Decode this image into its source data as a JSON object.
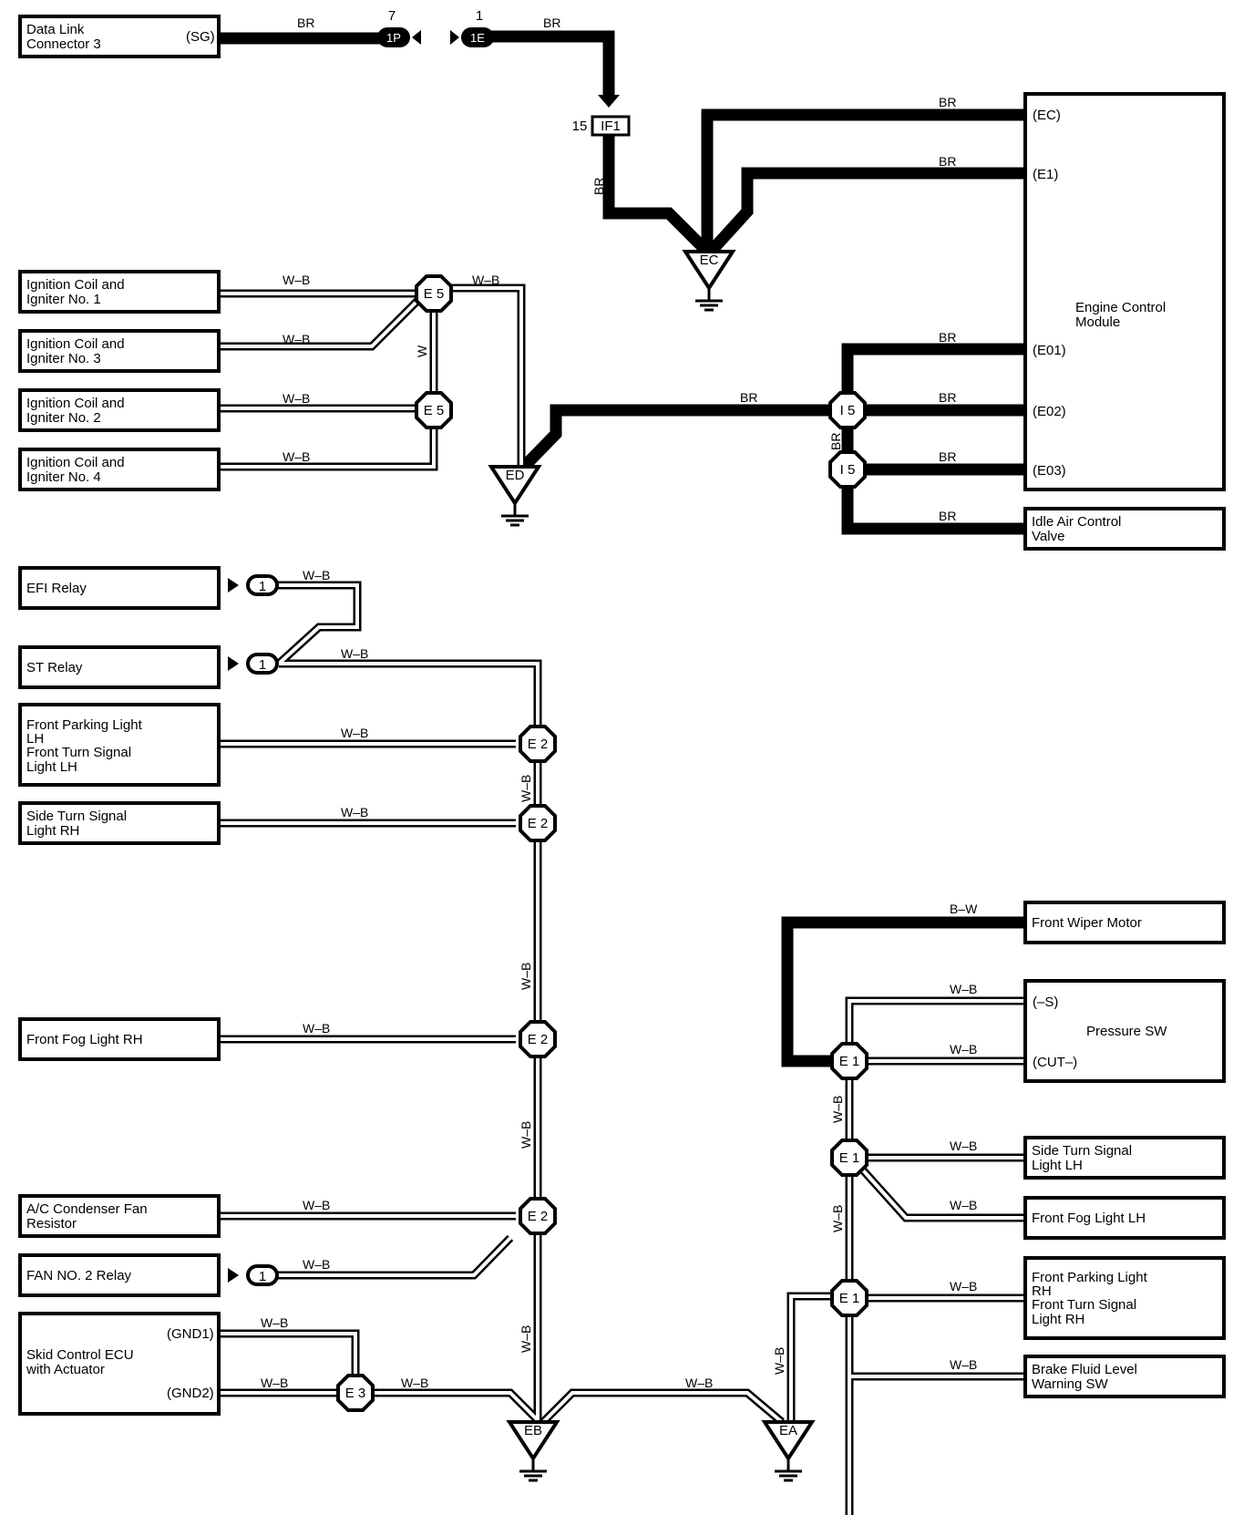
{
  "components": {
    "dlc3": [
      "Data Link",
      "Connector 3"
    ],
    "dlc3_pin": "(SG)",
    "ign1": [
      "Ignition Coil and",
      "Igniter No. 1"
    ],
    "ign3": [
      "Ignition Coil and",
      "Igniter No. 3"
    ],
    "ign2": [
      "Ignition Coil and",
      "Igniter No. 2"
    ],
    "ign4": [
      "Ignition Coil and",
      "Igniter No. 4"
    ],
    "ecm": [
      "Engine Control",
      "Module"
    ],
    "ecm_pins": [
      "(EC)",
      "(E1)",
      "(E01)",
      "(E02)",
      "(E03)"
    ],
    "iacv": [
      "Idle Air Control",
      "Valve"
    ],
    "efi_relay": "EFI Relay",
    "st_relay": "ST Relay",
    "fpl_lh": [
      "Front Parking Light",
      "LH",
      "Front Turn Signal",
      "Light LH"
    ],
    "sts_rh": [
      "Side Turn Signal",
      "Light RH"
    ],
    "ffl_rh": "Front Fog Light RH",
    "ac_fan": [
      "A/C Condenser Fan",
      "Resistor"
    ],
    "fan2": "FAN NO. 2 Relay",
    "skid": [
      "Skid Control ECU",
      "with Actuator"
    ],
    "skid_pins": [
      "(GND1)",
      "(GND2)"
    ],
    "wiper": "Front Wiper Motor",
    "pressure_sw": "Pressure SW",
    "pressure_pins": [
      "(–S)",
      "(CUT–)"
    ],
    "sts_lh": [
      "Side Turn Signal",
      "Light LH"
    ],
    "ffl_lh": "Front Fog Light LH",
    "fpl_rh": [
      "Front Parking Light",
      "RH",
      "Front Turn Signal",
      "Light RH"
    ],
    "brake": [
      "Brake Fluid Level",
      "Warning SW"
    ]
  },
  "connectors": {
    "c1p": "1P",
    "c1p_pin": "7",
    "c1e": "1E",
    "c1e_pin": "1",
    "if1": "IF1",
    "if1_pin": "15",
    "e5": "E 5",
    "i5": "I 5",
    "e2": "E 2",
    "e1": "E 1",
    "e3": "E 3",
    "one": "1"
  },
  "grounds": {
    "ec": "EC",
    "ed": "ED",
    "eb": "EB",
    "ea": "EA"
  },
  "wires": {
    "br": "BR",
    "wb": "W–B",
    "w": "W",
    "bw": "B–W"
  }
}
